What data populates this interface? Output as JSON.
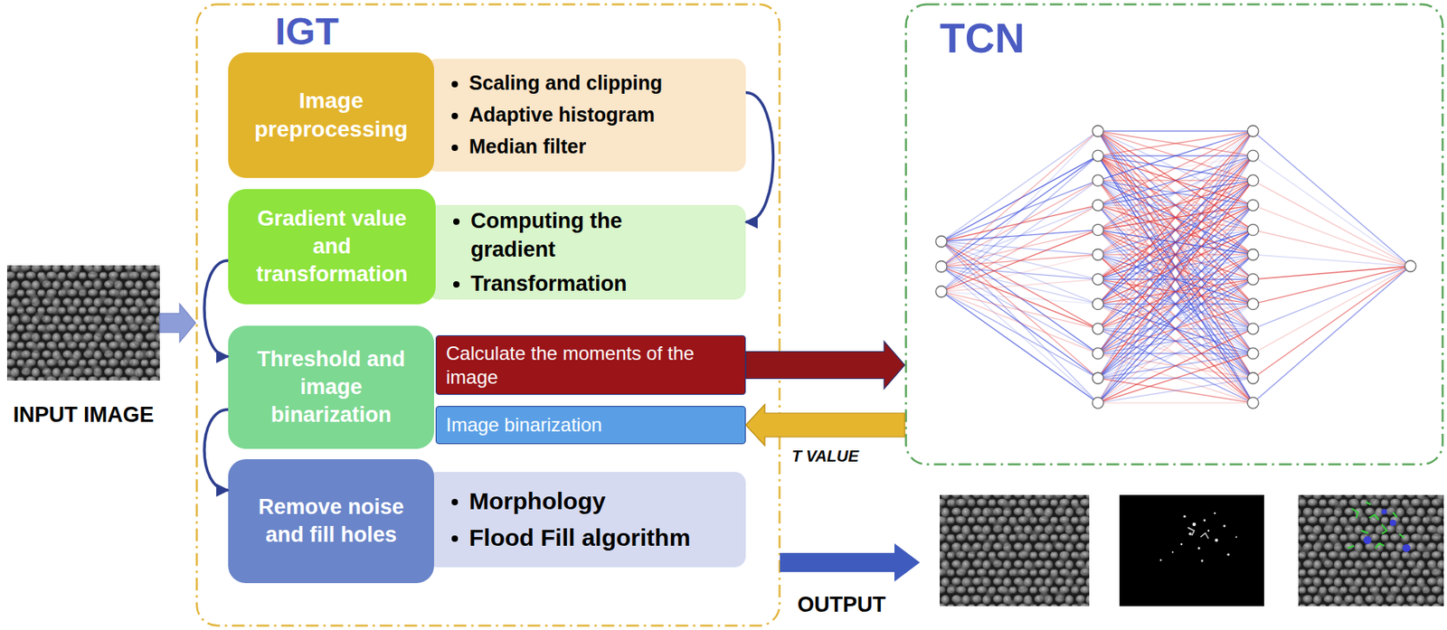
{
  "diagram": {
    "nodes": [
      {
        "text": [
          "INPUT IMAGE"
        ]
      },
      {
        "text": [
          "IGT"
        ]
      },
      {
        "text": [
          "Image preprocessing"
        ],
        "in": 1
      },
      {
        "text": [
          "Scaling and clipping",
          "Adaptive histogram",
          "Median filter"
        ],
        "in": 1
      },
      {
        "text": [
          "Gradient value and transformation"
        ],
        "in": 1
      },
      {
        "text": [
          "Computing the gradient",
          "Transformation"
        ],
        "in": 1
      },
      {
        "text": [
          "Threshold and image binarization"
        ],
        "in": 1
      },
      {
        "text": [
          "Calculate the moments of the image"
        ],
        "in": 1
      },
      {
        "text": [
          "Image binarization"
        ],
        "in": 1
      },
      {
        "text": [
          "Remove noise and fill holes"
        ],
        "in": 1
      },
      {
        "text": [
          "Morphology",
          "Flood Fill algorithm"
        ],
        "in": 1
      },
      {
        "text": [
          "TCN"
        ]
      }
    ],
    "edges": [
      {
        "from": 0,
        "to": 1,
        "arrow": "to"
      },
      {
        "from": 3,
        "to": 5,
        "arrow": "to"
      },
      {
        "from": 4,
        "to": 6,
        "arrow": "to"
      },
      {
        "from": 6,
        "to": 9,
        "arrow": "to"
      },
      {
        "from": 7,
        "to": 11,
        "arrow": "to"
      },
      {
        "from": 11,
        "to": 8,
        "label": "T VALUE",
        "arrow": "to"
      }
    ],
    "labels": [
      "OUTPUT"
    ]
  }
}
